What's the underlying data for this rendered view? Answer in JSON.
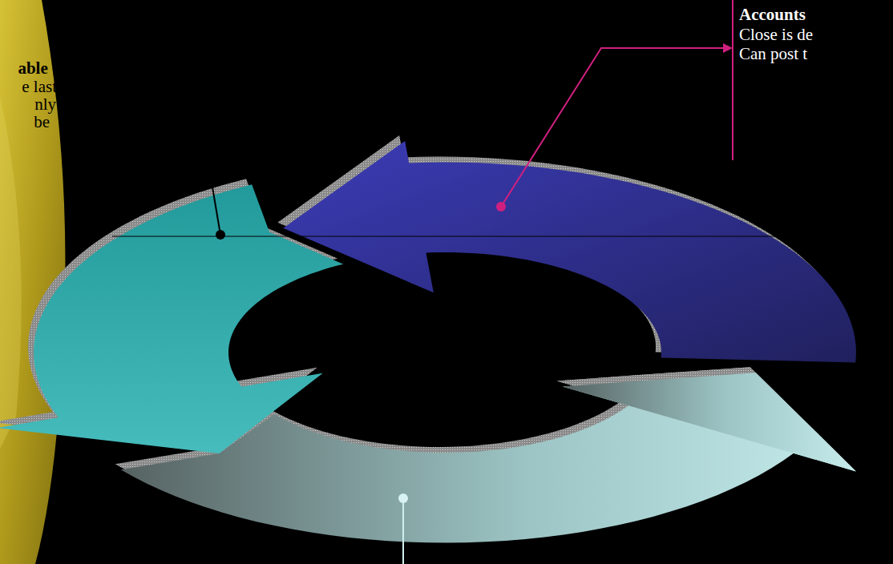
{
  "diagram": {
    "labels": [
      "able -",
      "e last",
      "nly",
      "be",
      "Accounts",
      "Close is de",
      "Can post t"
    ]
  }
}
